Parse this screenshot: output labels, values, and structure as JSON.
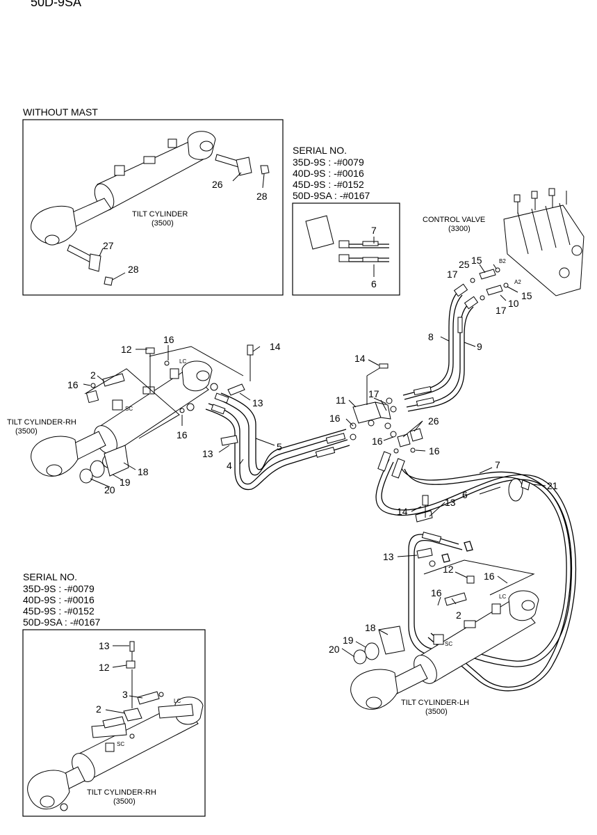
{
  "header": {
    "model": "50D-9SA"
  },
  "without_mast": {
    "caption": "WITHOUT MAST",
    "component": "TILT CYLINDER",
    "component_no": "(3500)",
    "callouts": [
      "26",
      "28",
      "27",
      "28"
    ]
  },
  "serial_box_1": {
    "title": "SERIAL NO.",
    "lines": [
      "35D-9S : -#0079",
      "40D-9S : -#0016",
      "45D-9S : -#0152",
      "50D-9SA : -#0167"
    ],
    "callouts": [
      "7",
      "6"
    ]
  },
  "control_valve": {
    "label": "CONTROL VALVE",
    "number": "(3300)",
    "port_b2": "B2",
    "port_a2": "A2"
  },
  "main": {
    "tilt_rh": {
      "label": "TILT CYLINDER-RH",
      "number": "(3500)"
    },
    "tilt_lh": {
      "label": "TILT CYLINDER-LH",
      "number": "(3500)"
    },
    "tag_lc": "LC",
    "tag_sc": "SC",
    "callouts": {
      "c1": "12",
      "c2": "16",
      "c3": "14",
      "c4": "2",
      "c5": "16",
      "c6": "13",
      "c7": "16",
      "c8": "5",
      "c9": "13",
      "c10": "4",
      "c11": "18",
      "c12": "19",
      "c13": "20",
      "c14": "14",
      "c15": "11",
      "c16": "17",
      "c17": "16",
      "c18": "26",
      "c19": "16",
      "c20": "16",
      "c21": "8",
      "c22": "9",
      "c23": "17",
      "c24": "25",
      "c25": "15",
      "c26": "10",
      "c27": "15",
      "c28": "17",
      "c29": "7",
      "c30": "6",
      "c31": "21",
      "c32": "14",
      "c33": "13",
      "c34": "13",
      "c35": "12",
      "c36": "16",
      "c37": "16",
      "c38": "2",
      "c39": "18",
      "c40": "19",
      "c41": "20"
    }
  },
  "serial_box_2": {
    "title": "SERIAL NO.",
    "lines": [
      "35D-9S : -#0079",
      "40D-9S : -#0016",
      "45D-9S : -#0152",
      "50D-9SA : -#0167"
    ],
    "component": "TILT CYLINDER-RH",
    "component_no": "(3500)",
    "callouts": [
      "13",
      "12",
      "3",
      "2"
    ]
  }
}
